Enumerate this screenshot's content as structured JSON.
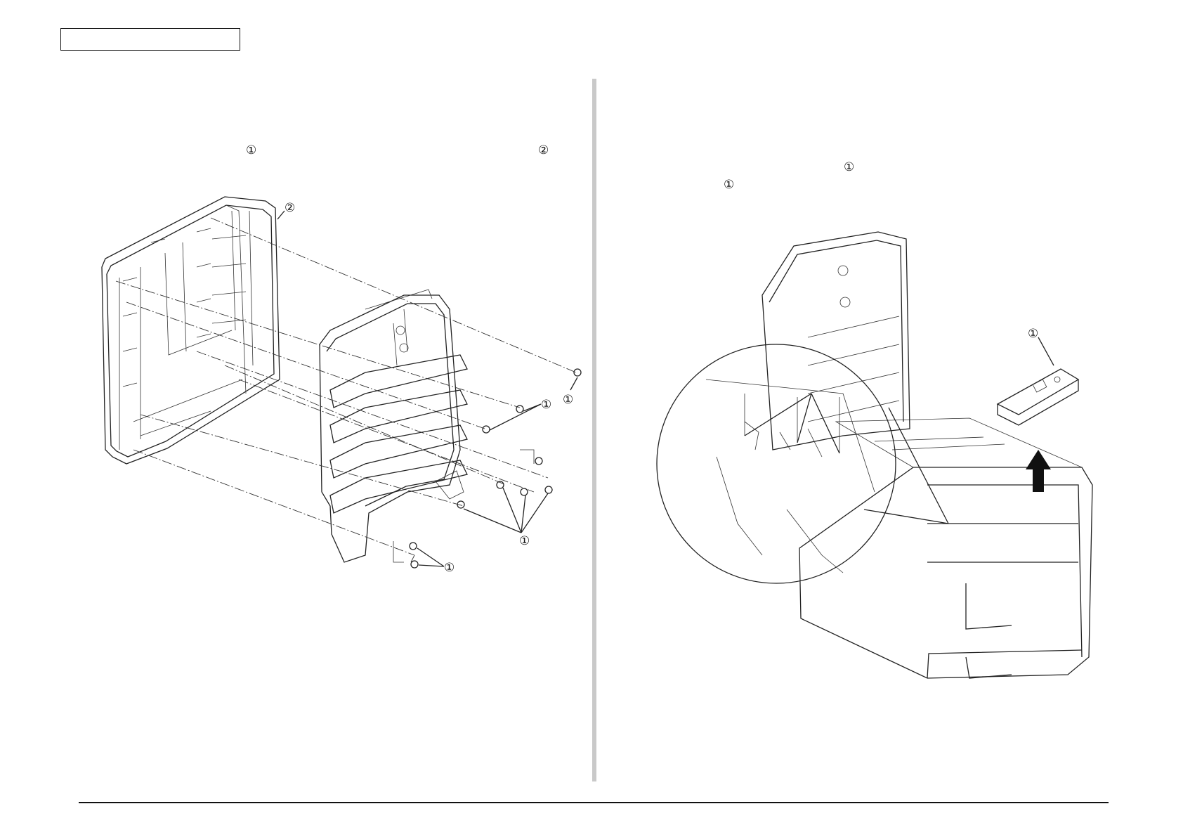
{
  "header": {
    "label": ""
  },
  "left_panel": {
    "instruction_marks": [
      "①",
      "②"
    ],
    "callouts": [
      "②",
      "①",
      "①",
      "①",
      "①"
    ]
  },
  "right_panel": {
    "instruction_marks": [
      "①",
      "①"
    ],
    "callouts": [
      "①"
    ]
  },
  "colors": {
    "divider": "#c9c9c9",
    "line": "#222222"
  }
}
